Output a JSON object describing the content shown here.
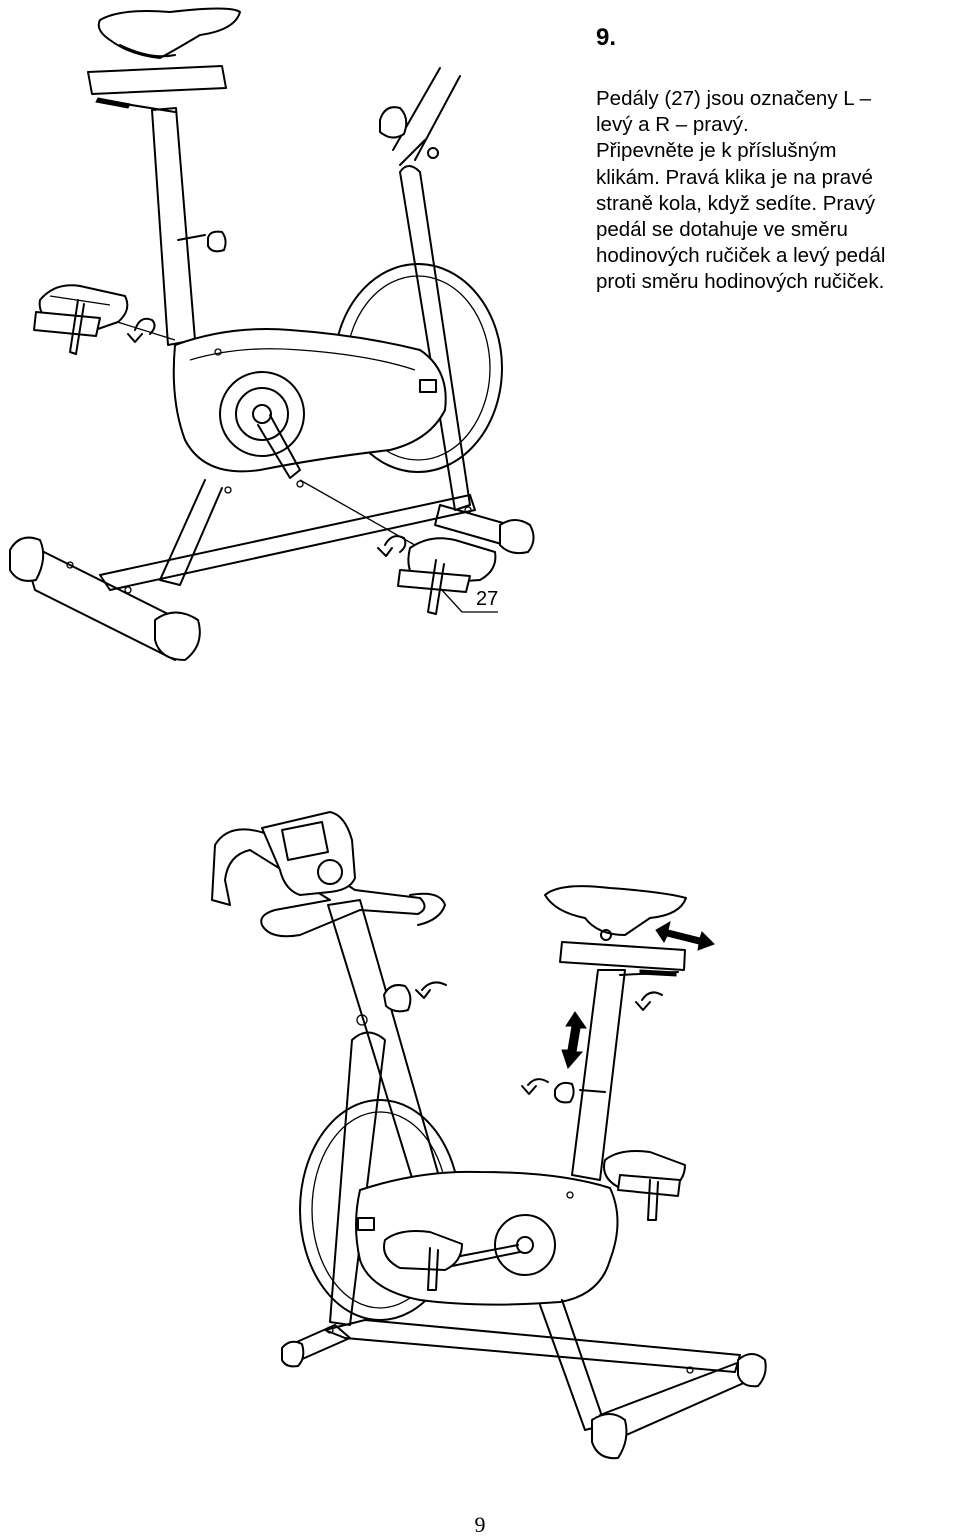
{
  "step": {
    "number": "9."
  },
  "instructions": {
    "lines": [
      "Pedály (27) jsou označeny L –",
      "levý a R – pravý.",
      "Připevněte je k příslušným",
      "klikám. Pravá klika je na pravé",
      "straně kola, když sedíte. Pravý",
      "pedál se dotahuje ve směru",
      "hodinových ručiček a levý pedál",
      "proti směru hodinových ručiček."
    ]
  },
  "figure_top": {
    "part_label": "27"
  },
  "footer": {
    "page_number": "9"
  }
}
